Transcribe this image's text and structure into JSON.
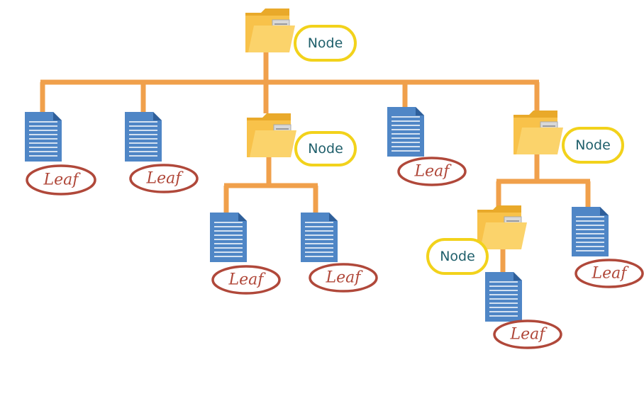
{
  "diagram": {
    "labels": {
      "node": "Node",
      "leaf": "Leaf"
    },
    "colors": {
      "connector": "#f0a04b",
      "node_outline": "#f2d21b",
      "leaf_outline": "#b0483a",
      "node_text": "#1f5f6b",
      "leaf_text": "#b0483a",
      "folder": "#f8c24a",
      "folder_dark": "#e9a92a",
      "document": "#4f86c6",
      "document_fold": "#2f5f9a"
    },
    "icons": {
      "node": "folder-icon",
      "leaf": "document-icon"
    },
    "nodes": [
      {
        "id": "root",
        "kind": "node",
        "label": "Node"
      },
      {
        "id": "leaf-1",
        "kind": "leaf",
        "label": "Leaf",
        "parent": "root"
      },
      {
        "id": "leaf-2",
        "kind": "leaf",
        "label": "Leaf",
        "parent": "root"
      },
      {
        "id": "node-a",
        "kind": "node",
        "label": "Node",
        "parent": "root"
      },
      {
        "id": "leaf-3",
        "kind": "leaf",
        "label": "Leaf",
        "parent": "root"
      },
      {
        "id": "node-b",
        "kind": "node",
        "label": "Node",
        "parent": "root"
      },
      {
        "id": "leaf-a1",
        "kind": "leaf",
        "label": "Leaf",
        "parent": "node-a"
      },
      {
        "id": "leaf-a2",
        "kind": "leaf",
        "label": "Leaf",
        "parent": "node-a"
      },
      {
        "id": "node-c",
        "kind": "node",
        "label": "Node",
        "parent": "node-b"
      },
      {
        "id": "leaf-b1",
        "kind": "leaf",
        "label": "Leaf",
        "parent": "node-b"
      },
      {
        "id": "leaf-c1",
        "kind": "leaf",
        "label": "Leaf",
        "parent": "node-c"
      }
    ]
  }
}
